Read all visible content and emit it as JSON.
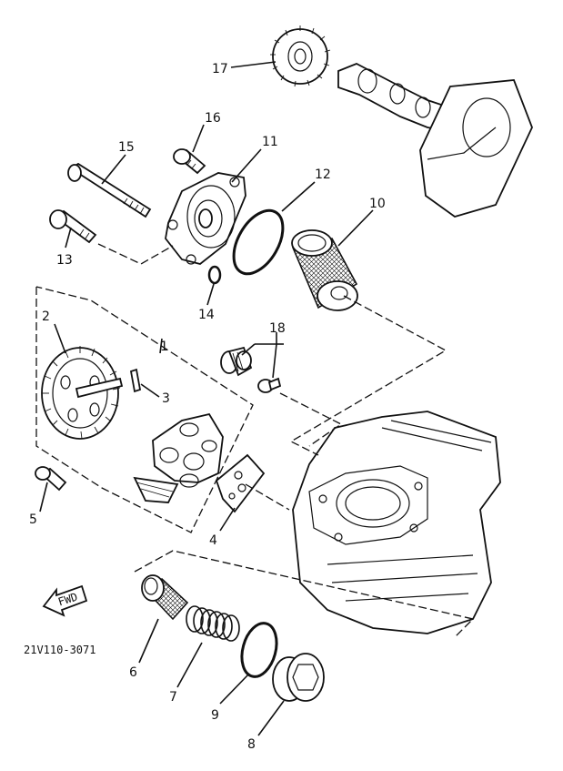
{
  "diagram_code": "21V110-3071",
  "fwd_label": "FWD",
  "part_numbers": {
    "p1": "1",
    "p2": "2",
    "p3": "3",
    "p4": "4",
    "p5": "5",
    "p6": "6",
    "p7": "7",
    "p8": "8",
    "p9": "9",
    "p10": "10",
    "p11": "11",
    "p12": "12",
    "p13": "13",
    "p14": "14",
    "p15": "15",
    "p16": "16",
    "p17": "17",
    "p18": "18"
  }
}
